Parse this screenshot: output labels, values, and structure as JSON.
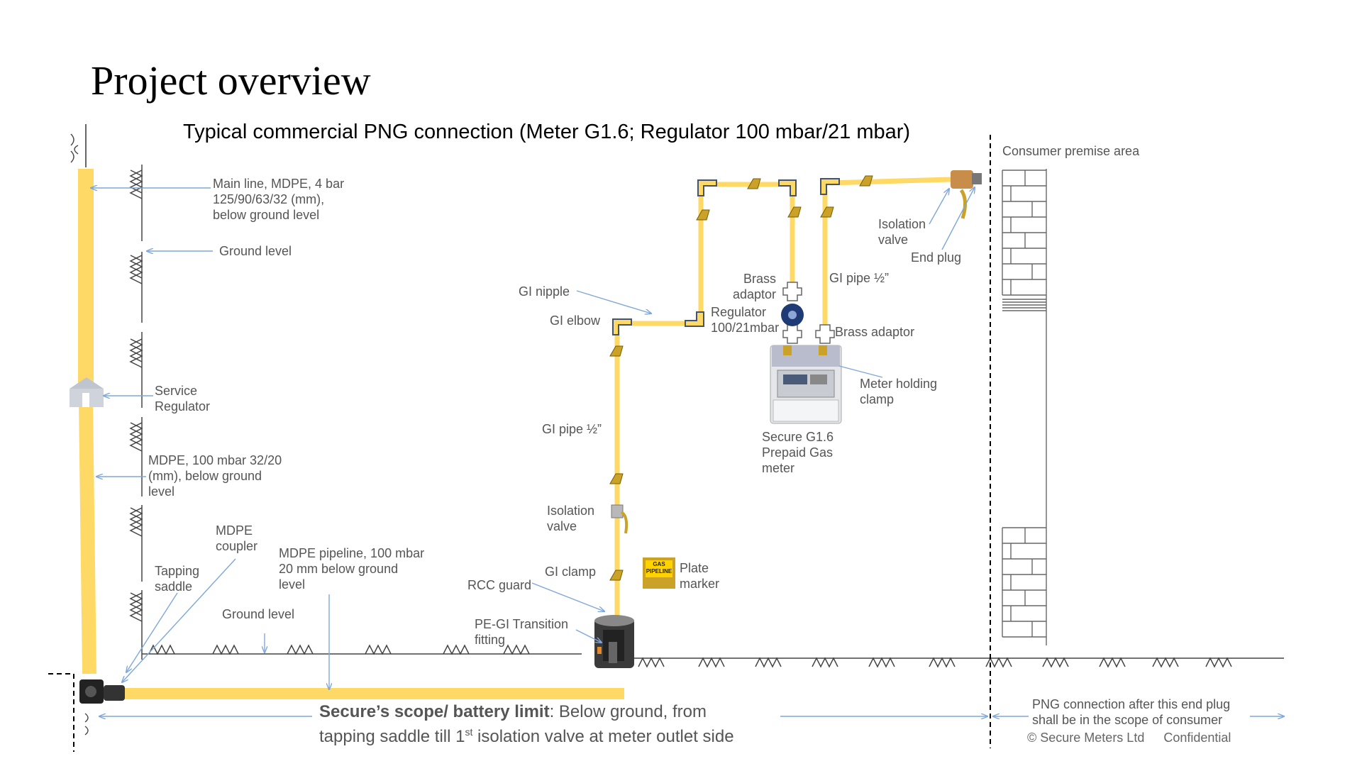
{
  "title": "Project overview",
  "subtitle": "Typical commercial PNG connection (Meter G1.6; Regulator 100 mbar/21 mbar)",
  "consumer_area": "Consumer premise area",
  "labels": {
    "main_line": "Main line, MDPE, 4 bar\n125/90/63/32 (mm),\nbelow ground level",
    "ground_level_top": "Ground level",
    "service_regulator": "Service\nRegulator",
    "mdpe_100": "MDPE, 100 mbar 32/20\n(mm),  below ground\nlevel",
    "mdpe_coupler": "MDPE\ncoupler",
    "tapping_saddle": "Tapping\nsaddle",
    "mdpe_pipeline": "MDPE pipeline, 100 mbar\n20 mm below ground\nlevel",
    "ground_level_bottom": "Ground level",
    "gi_nipple": "GI nipple",
    "gi_elbow": "GI elbow",
    "gi_pipe_left": "GI pipe ½”",
    "isolation_valve_left": "Isolation\nvalve",
    "gi_clamp": "GI clamp",
    "rcc_guard": "RCC guard",
    "pe_gi": "PE-GI Transition\nfitting",
    "plate_marker": "Plate\nmarker",
    "plate_text": "GAS\nPIPELINE",
    "brass_adaptor_top": "Brass\nadaptor",
    "regulator": "Regulator\n100/21mbar",
    "gi_pipe_right": "GI pipe ½”",
    "brass_adaptor_right": "Brass adaptor",
    "meter_holding_clamp": "Meter holding\nclamp",
    "meter": "Secure G1.6\nPrepaid Gas\nmeter",
    "isolation_valve_right": "Isolation\nvalve",
    "end_plug": "End plug"
  },
  "scope": {
    "bold": "Secure’s scope/ battery limit",
    "rest1": ":  Below ground, from",
    "rest2a": "tapping saddle till 1",
    "sup": "st",
    "rest2b": " isolation valve at meter outlet side"
  },
  "right_note": "PNG connection after this end plug\nshall be in the scope of consumer",
  "footer": {
    "copyright": "© Secure Meters Ltd",
    "confidential": "Confidential"
  },
  "colors": {
    "pipe": "#FFD966",
    "arrow": "#7FA7D9",
    "text": "#555555",
    "fitting_border": "#44546A"
  }
}
